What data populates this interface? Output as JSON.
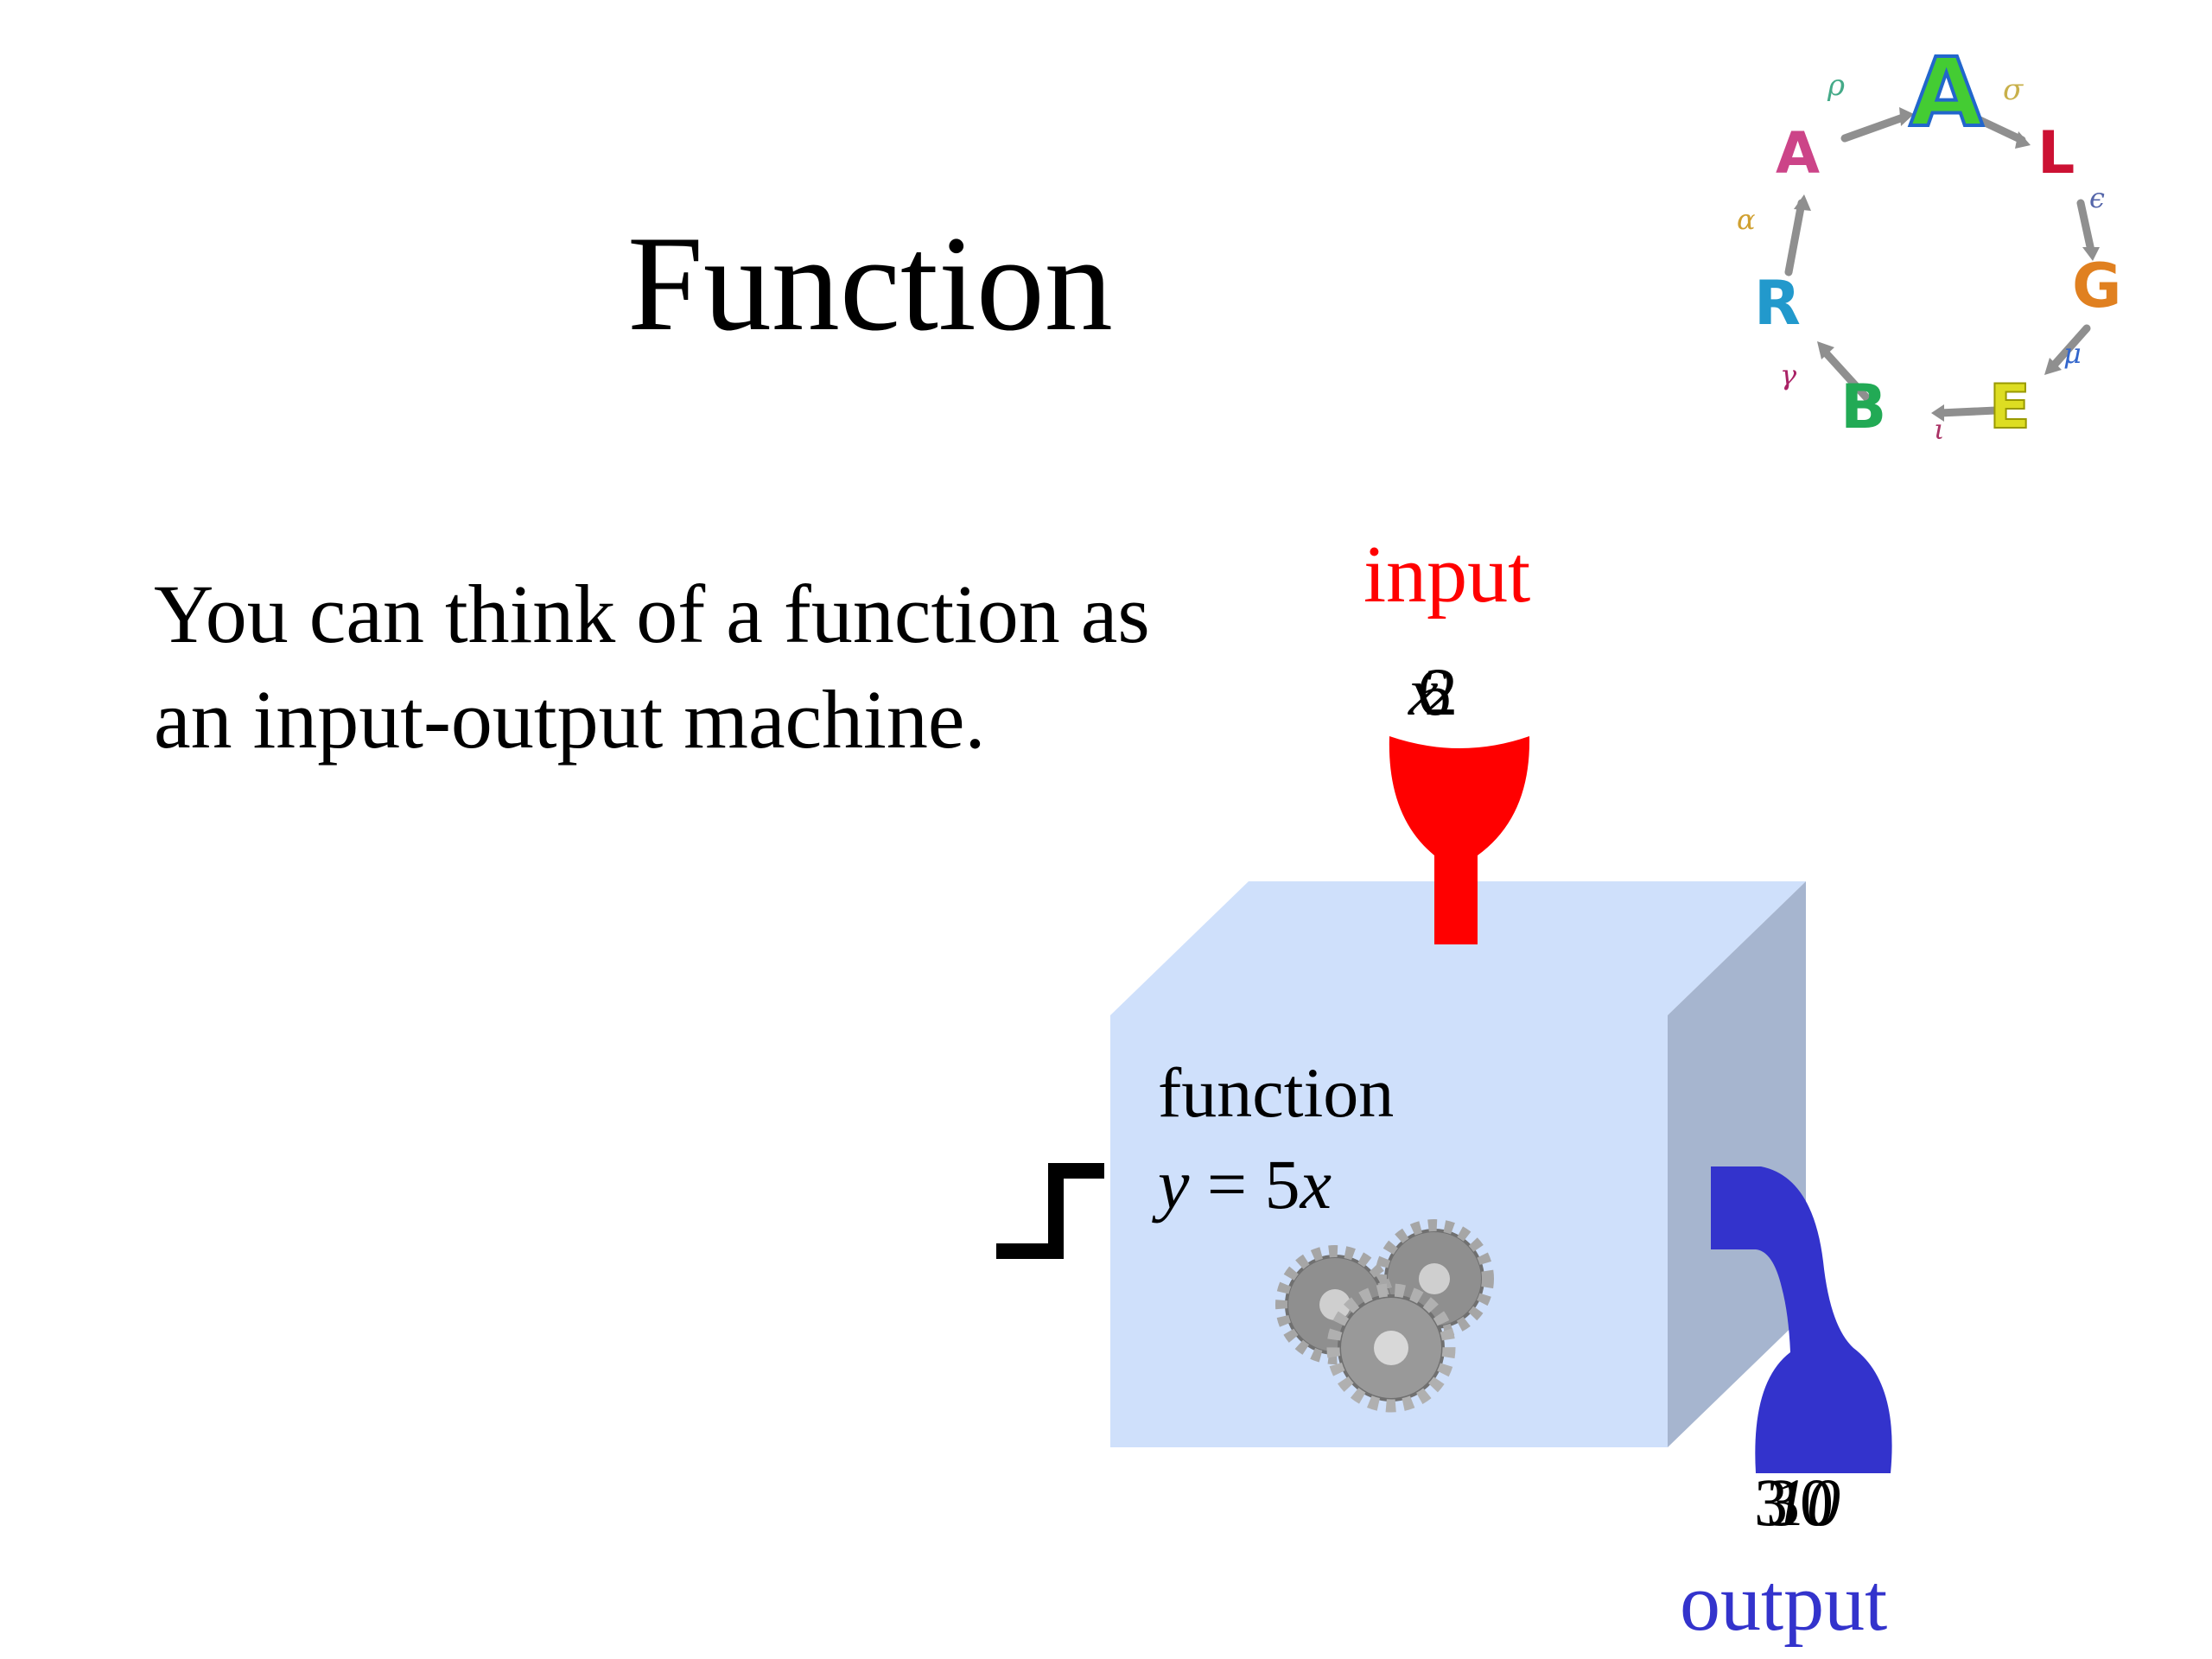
{
  "slide": {
    "title": "Function",
    "body_lines": [
      "You can think of a function as",
      "an input-output machine."
    ]
  },
  "machine": {
    "input_label": "input",
    "output_label": "output",
    "function_label": "function",
    "equation": {
      "y": "y",
      "eq": " = 5",
      "x": "x"
    },
    "input_values": [
      "x",
      "6",
      "2"
    ],
    "output_values": [
      "3",
      "30",
      "10"
    ]
  },
  "logo": {
    "letters": [
      "A",
      "L",
      "G",
      "E",
      "B",
      "R",
      "A"
    ],
    "greek": [
      "σ",
      "ϵ",
      "μ",
      "ι",
      "γ",
      "α",
      "ρ"
    ]
  },
  "colors": {
    "input": "#ff0000",
    "output": "#3333cc",
    "box_front": "#cfe0fb",
    "box_top": "#cfe0fb",
    "box_side": "#a6b5cf",
    "gear": "#9a9a9a"
  },
  "icons": [
    "gears-icon",
    "crank-handle-icon",
    "input-funnel-icon",
    "output-chute-icon",
    "algebra-logo-icon"
  ]
}
